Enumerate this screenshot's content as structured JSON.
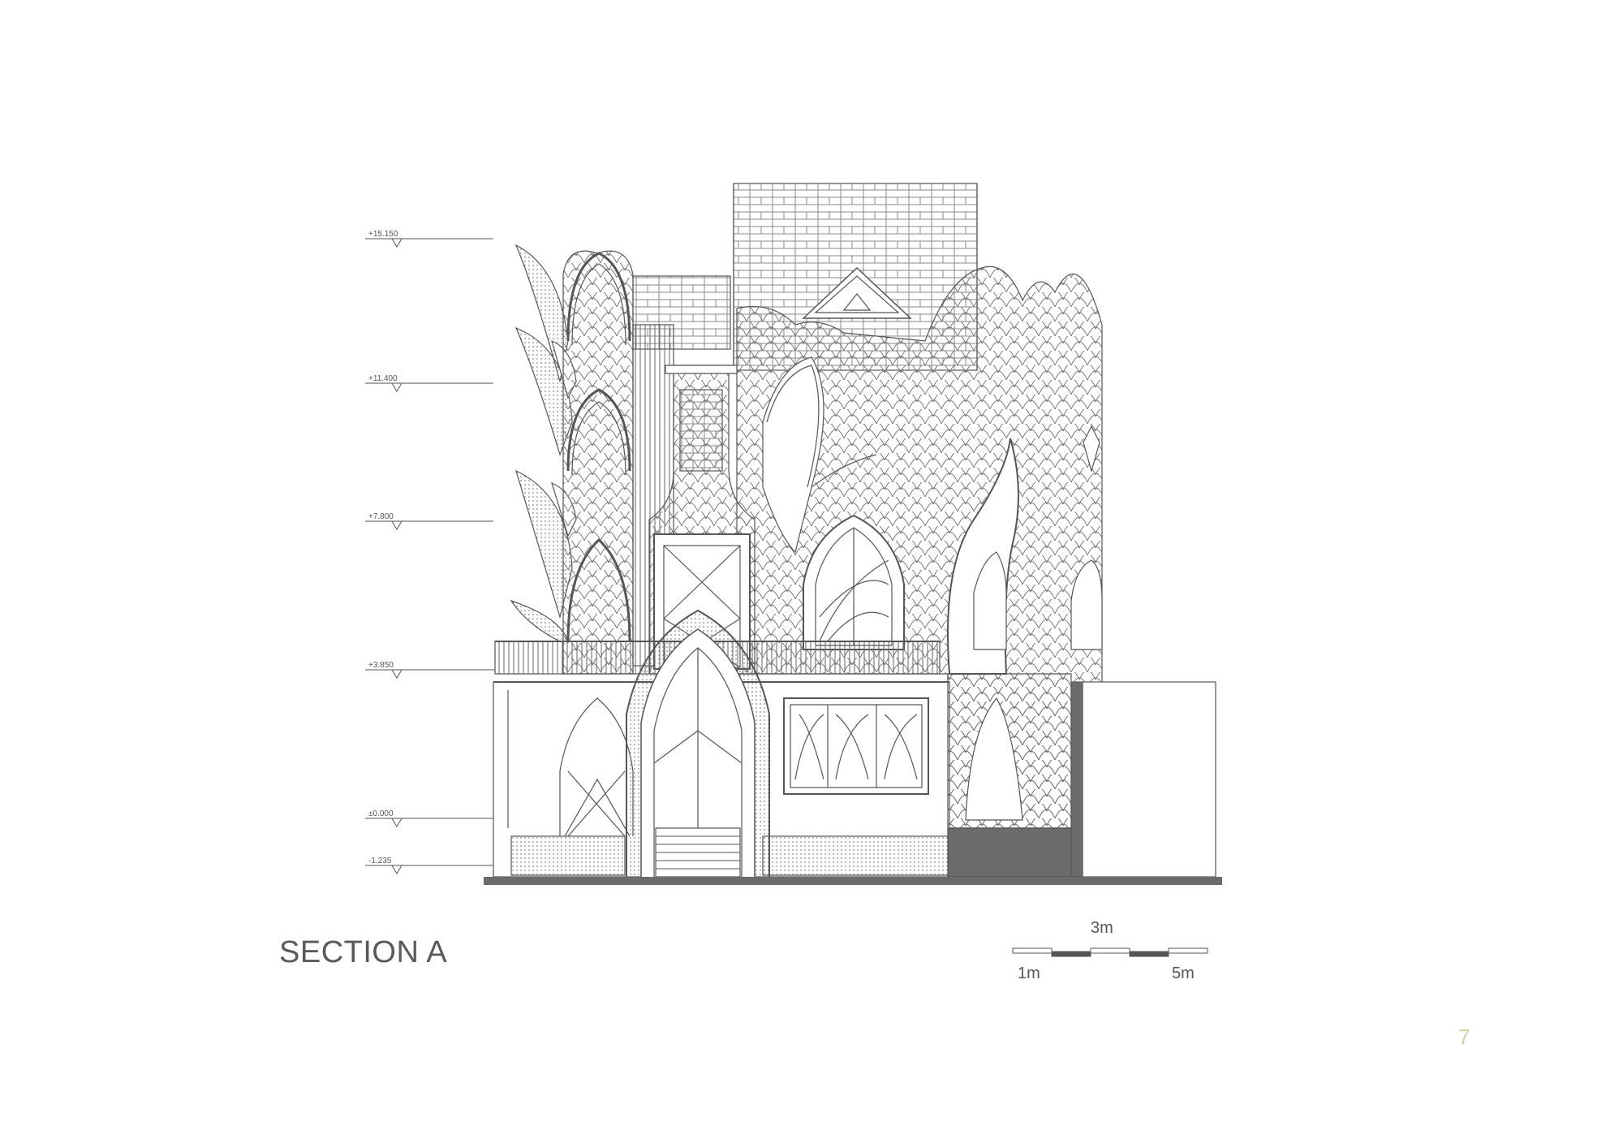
{
  "drawing": {
    "title": "SECTION A",
    "page_number": "7",
    "colors": {
      "line": "#555555",
      "fill_dark": "#6b6b6b",
      "page_number": "#c9d3a5"
    }
  },
  "levels": [
    {
      "label": "+15.150"
    },
    {
      "label": "+11.400"
    },
    {
      "label": "+7.800"
    },
    {
      "label": "+3.850"
    },
    {
      "label": "±0.000"
    },
    {
      "label": "-1.235"
    }
  ],
  "scale_bar": {
    "label_top": "3m",
    "label_left": "1m",
    "label_right": "5m"
  }
}
